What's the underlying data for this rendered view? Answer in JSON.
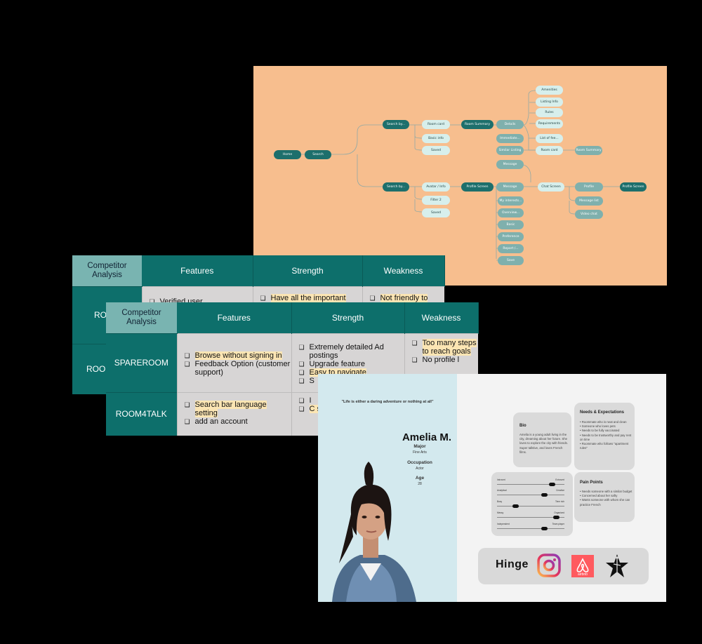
{
  "sitemap": {
    "nodes": {
      "home": "Home",
      "search": "Search",
      "search_by_room": "Search by...",
      "search_by_profile": "Search by...",
      "room_card": "Room card",
      "basic_info": "Basic info",
      "saved_top": "Saved",
      "room_summary": "Room Summary",
      "details": "Details",
      "amenities": "Amenities",
      "listing_info": "Listing Info",
      "rules": "Rules",
      "requirements": "Requirements",
      "immediate": "Immediate...",
      "list_of_fee": "List of fee...",
      "similar_listing": "Similar Listing",
      "room_card_2": "Room card",
      "room_summary_2": "Room Summary",
      "message_top": "Message",
      "avatar_info": "Avatar / Info",
      "filter": "Filter 2",
      "saved_bottom": "Saved",
      "profile_screen": "Profile Screen",
      "message": "Message",
      "my_interests": "My interests...",
      "overview": "Overview...",
      "basic": "Basic",
      "preference": "Preference",
      "report": "Report /...",
      "save": "Save",
      "chat_screen": "Chat Screen",
      "profile": "Profile",
      "message_list": "Message list",
      "video_chat": "Video chat",
      "profile_screen_2": "Profile Screen"
    }
  },
  "back_table": {
    "header": [
      "Competitor Analysis",
      "Features",
      "Strength",
      "Weakness"
    ],
    "row_labels": [
      "ROOMI",
      "ROOMSTER"
    ],
    "row1": {
      "features": [
        "Verified user"
      ],
      "strength": [
        "Have all the important"
      ],
      "weakness": [
        "Not friendly to"
      ]
    }
  },
  "front_table": {
    "header": [
      "Competitor Analysis",
      "Features",
      "Strength",
      "Weakness"
    ],
    "rows": [
      {
        "name": "SPAREROOM",
        "features": [
          "Browse without signing in",
          "Feedback Option (customer support)"
        ],
        "strength": [
          "Extremely detailed Ad postings",
          "Upgrade feature",
          "Easy to navigate",
          "S"
        ],
        "weakness": [
          "Too many steps to reach goals",
          "No profile l"
        ]
      },
      {
        "name": "ROOM4TALK",
        "features": [
          "Search bar language setting",
          "add an account"
        ],
        "strength": [
          "I",
          "C s s"
        ],
        "weakness": []
      }
    ]
  },
  "persona": {
    "quote": "\"Life is either a daring adventure or nothing at all\"",
    "name": "Amelia M.",
    "major_label": "Major",
    "major": "Fine Arts",
    "occupation_label": "Occupation",
    "occupation": "Actor",
    "age_label": "Age",
    "age": "28",
    "bio_title": "Bio",
    "bio": "Amelia is a young  adult living in the city, dreaming about her future. She loves to explore the city with friends. Super talktive, and loves French films.",
    "needs_title": "Needs & Expectations",
    "needs": [
      "Roommate who is neat and clean",
      "Someone who loves pets",
      "Needs to be fully vaccinated",
      "Needs to be trustworthy and pay rent on time",
      "Roommate who follows \"apartment rules\""
    ],
    "pain_title": "Pain Points",
    "pains": [
      "Needs someone with a similar budget",
      "Concerned about her safty",
      "Wants someone with whom she can practice French"
    ],
    "sliders": [
      {
        "left": "Introvert",
        "right": "Extrovert",
        "value": 0.82
      },
      {
        "left": "Analytical",
        "right": "Creative",
        "value": 0.7
      },
      {
        "left": "Busy",
        "right": "Time rich",
        "value": 0.28
      },
      {
        "left": "Messy",
        "right": "Organized",
        "value": 0.88
      },
      {
        "left": "Independent",
        "right": "Team player",
        "value": 0.7
      }
    ],
    "logos": {
      "hinge": "Hinge",
      "airbnb": "airbnb"
    }
  }
}
